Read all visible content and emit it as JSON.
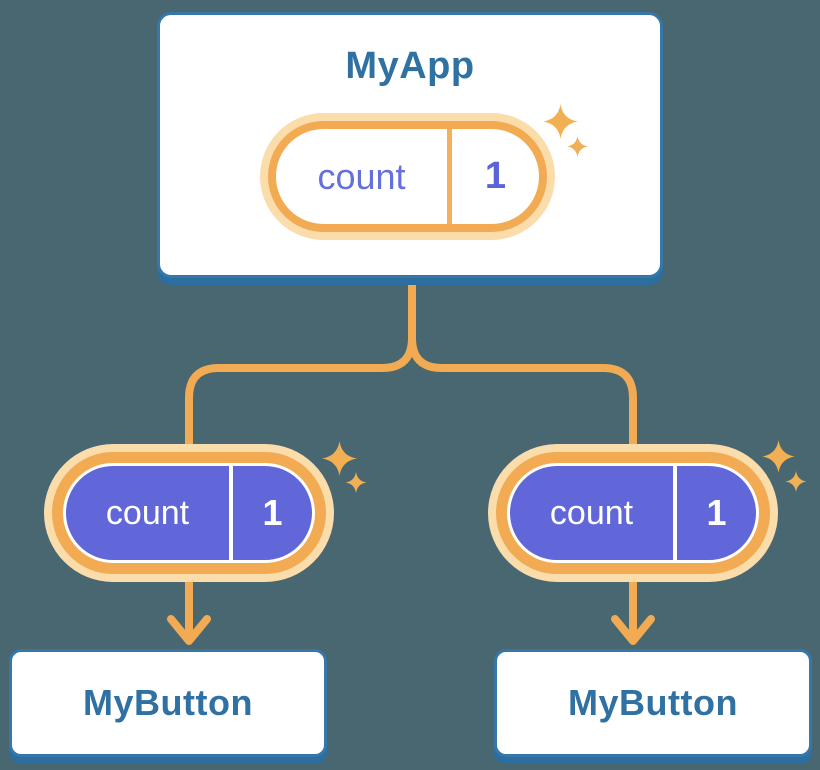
{
  "diagram": {
    "description": "React component tree diagram: parent component sharing state down to two child components as props",
    "colors": {
      "background": "#496771",
      "card_fill": "#ffffff",
      "card_border": "#3577A8",
      "card_shadow": "#2B6E9F",
      "heading_text": "#2F71A2",
      "connector_orange": "#F2AB52",
      "pill_ring_orange": "#F2AB52",
      "pill_ring_pale": "#FBDCAB",
      "pill_purple_fill": "#6167D8",
      "pill_indigo_text": "#6570DB",
      "pill_value_indigo": "#5A63D8",
      "sparkle_orange": "#F2B055"
    },
    "tree": {
      "root": {
        "title": "MyApp",
        "state_pill": {
          "label": "count",
          "value": "1"
        }
      },
      "children": [
        {
          "title": "MyButton",
          "prop_pill": {
            "label": "count",
            "value": "1"
          }
        },
        {
          "title": "MyButton",
          "prop_pill": {
            "label": "count",
            "value": "1"
          }
        }
      ]
    }
  }
}
